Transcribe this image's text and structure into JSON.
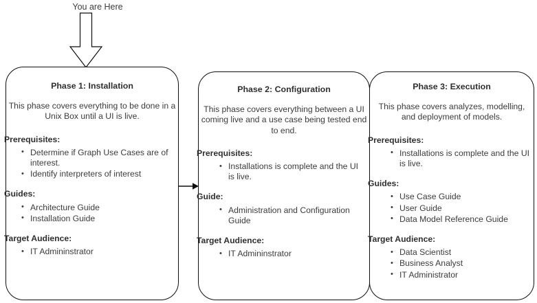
{
  "annotation": {
    "label": "You are Here",
    "arrow_icon": "down-arrow-icon"
  },
  "connectors": [
    {
      "name": "arrow-phase1-to-phase2",
      "icon": "right-arrow-icon"
    },
    {
      "name": "arrow-phase2-to-phase3",
      "icon": "right-arrow-icon"
    }
  ],
  "phases": [
    {
      "title": "Phase 1: Installation",
      "description": "This phase covers everything to be done in a Unix Box until a UI is live.",
      "prerequisites_heading": "Prerequisites:",
      "prerequisites": [
        "Determine if Graph Use Cases are of interest.",
        "Identify interpreters of interest"
      ],
      "guides_heading": "Guides:",
      "guides": [
        "Architecture Guide",
        "Installation Guide"
      ],
      "audience_heading": "Target Audience:",
      "audience": [
        "IT Admininstrator"
      ]
    },
    {
      "title": "Phase 2: Configuration",
      "description": "This phase covers everything between a UI coming live and a use case being tested end to end.",
      "prerequisites_heading": "Prerequisites:",
      "prerequisites": [
        "Installations is complete and the UI is live."
      ],
      "guides_heading": "Guide:",
      "guides": [
        "Administration and Configuration Guide"
      ],
      "audience_heading": "Target Audience:",
      "audience": [
        "IT Admininstrator"
      ]
    },
    {
      "title": "Phase 3: Execution",
      "description": "This phase covers analyzes, modelling, and deployment of models.",
      "prerequisites_heading": "Prerequisites:",
      "prerequisites": [
        "Installations is complete and the UI is live."
      ],
      "guides_heading": "Guides:",
      "guides": [
        "Use Case Guide",
        "User Guide",
        "Data Model Reference Guide"
      ],
      "audience_heading": "Target Audience:",
      "audience": [
        "Data Scientist",
        "Business Analyst",
        "IT Administrator"
      ]
    }
  ],
  "colors": {
    "text": "#3b3b3b",
    "heading": "#2f2f2f",
    "stroke": "#0d0d0d",
    "background": "#ffffff"
  }
}
